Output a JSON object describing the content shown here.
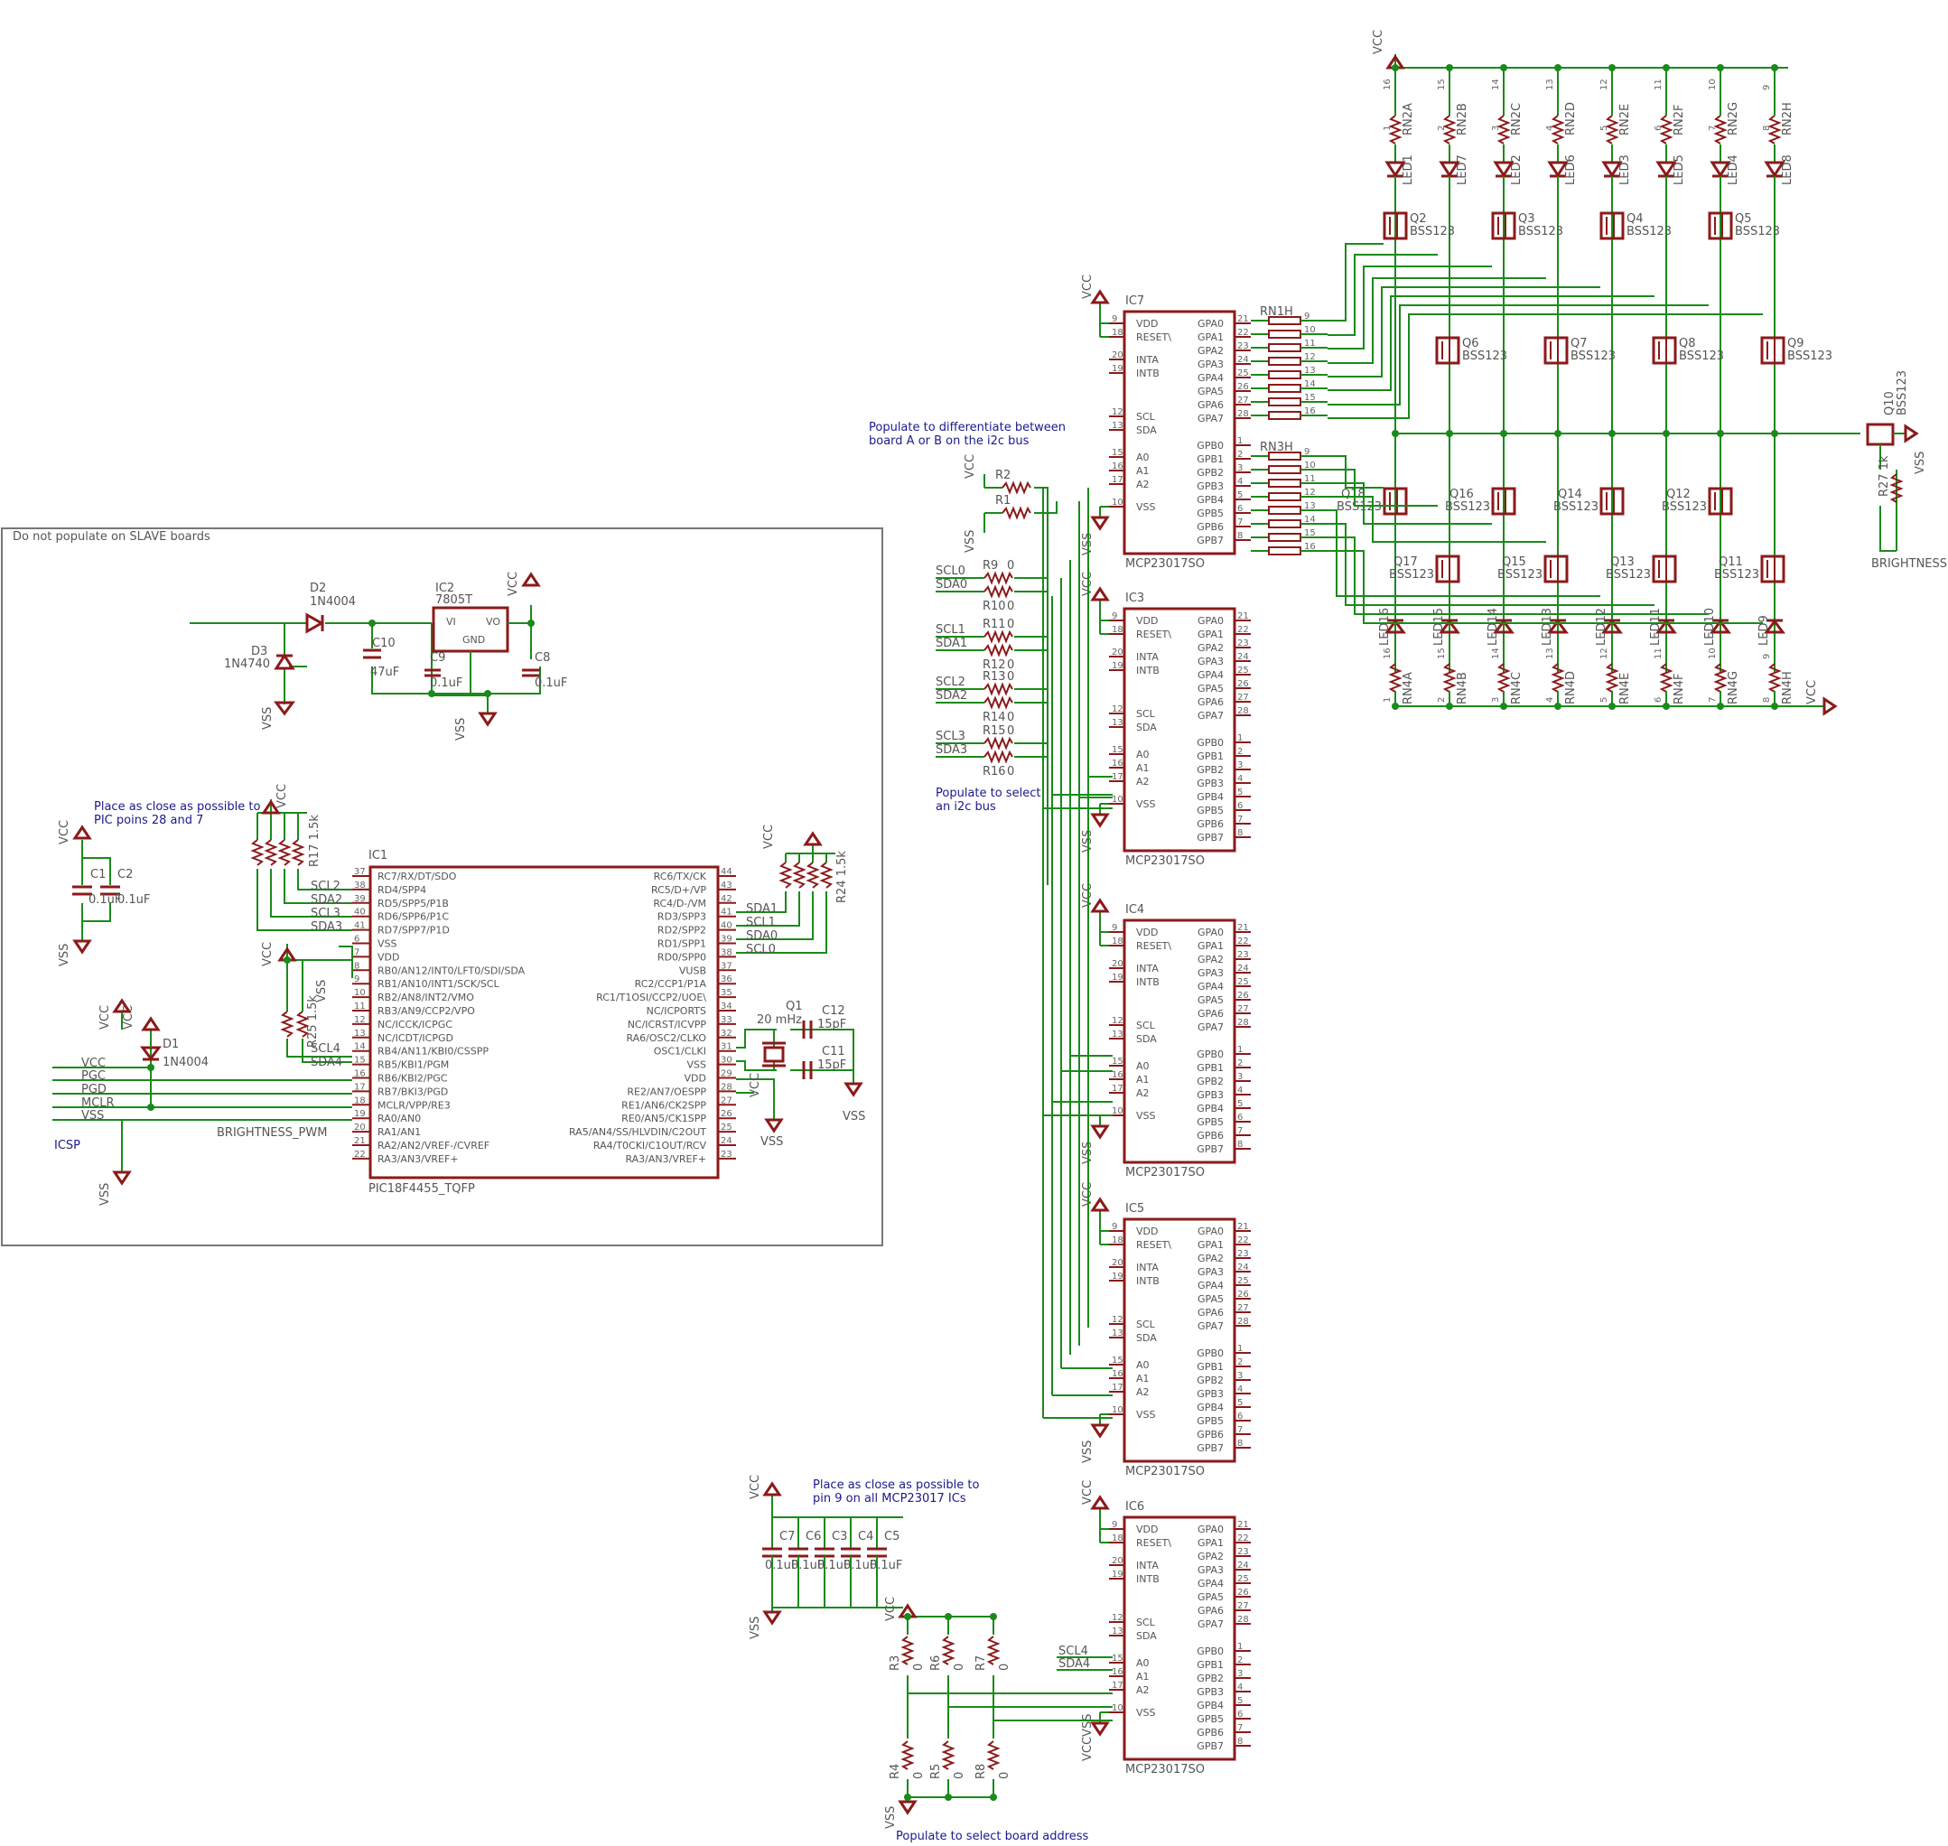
{
  "notes": {
    "slave_boards": "Do not populate on SLAVE boards",
    "place_pic_1": "Place as close as possible to",
    "place_pic_2": "PIC poins 28 and 7",
    "populate_ab_1": "Populate to differentiate between",
    "populate_ab_2": "board A or B on the i2c bus",
    "populate_i2c_1": "Populate to select",
    "populate_i2c_2": "an i2c bus",
    "place_mcp_1": "Place as close as possible to",
    "place_mcp_2": "pin 9 on all MCP23017 ICs",
    "populate_addr": "Populate to select board address",
    "icsp": "ICSP"
  },
  "power": {
    "vcc": "VCC",
    "vss": "VSS",
    "vccvss": "VCCVSS"
  },
  "regulator": {
    "d2_ref": "D2",
    "d2_val": "1N4004",
    "d3_ref": "D3",
    "d3_val": "1N4740",
    "ic2_ref": "IC2",
    "ic2_val": "7805T",
    "vi": "VI",
    "vo": "VO",
    "gnd": "GND",
    "c10_ref": "C10",
    "c10_val": "47uF",
    "c9_ref": "C9",
    "c9_val": "0.1uF",
    "c8_ref": "C8",
    "c8_val": "0.1uF"
  },
  "pic": {
    "ref": "IC1",
    "value": "PIC18F4455_TQFP",
    "left_pins": [
      {
        "num": "37",
        "name": "RC7/RX/DT/SDO"
      },
      {
        "num": "38",
        "name": "RD4/SPP4"
      },
      {
        "num": "39",
        "name": "RD5/SPP5/P1B"
      },
      {
        "num": "40",
        "name": "RD6/SPP6/P1C"
      },
      {
        "num": "41",
        "name": "RD7/SPP7/P1D"
      },
      {
        "num": "6",
        "name": "VSS"
      },
      {
        "num": "7",
        "name": "VDD"
      },
      {
        "num": "8",
        "name": "RB0/AN12/INT0/LFT0/SDI/SDA"
      },
      {
        "num": "9",
        "name": "RB1/AN10/INT1/SCK/SCL"
      },
      {
        "num": "10",
        "name": "RB2/AN8/INT2/VMO"
      },
      {
        "num": "11",
        "name": "RB3/AN9/CCP2/VPO"
      },
      {
        "num": "12",
        "name": "NC/ICCK/ICPGC"
      },
      {
        "num": "13",
        "name": "NC/ICDT/ICPGD"
      },
      {
        "num": "14",
        "name": "RB4/AN11/KBI0/CSSPP"
      },
      {
        "num": "15",
        "name": "RB5/KBI1/PGM"
      },
      {
        "num": "16",
        "name": "RB6/KBI2/PGC"
      },
      {
        "num": "17",
        "name": "RB7/BKI3/PGD"
      },
      {
        "num": "18",
        "name": "MCLR/VPP/RE3"
      },
      {
        "num": "19",
        "name": "RA0/AN0"
      },
      {
        "num": "20",
        "name": "RA1/AN1"
      },
      {
        "num": "21",
        "name": "RA2/AN2/VREF-/CVREF"
      },
      {
        "num": "22",
        "name": "RA3/AN3/VREF+"
      }
    ],
    "right_pins": [
      {
        "num": "44",
        "name": "RC6/TX/CK"
      },
      {
        "num": "43",
        "name": "RC5/D+/VP"
      },
      {
        "num": "42",
        "name": "RC4/D-/VM"
      },
      {
        "num": "41",
        "name": "RD3/SPP3"
      },
      {
        "num": "40",
        "name": "RD2/SPP2"
      },
      {
        "num": "39",
        "name": "RD1/SPP1"
      },
      {
        "num": "38",
        "name": "RD0/SPP0"
      },
      {
        "num": "37",
        "name": "VUSB"
      },
      {
        "num": "36",
        "name": "RC2/CCP1/P1A"
      },
      {
        "num": "35",
        "name": "RC1/T1OSI/CCP2/UOE\\"
      },
      {
        "num": "34",
        "name": "NC/ICPORTS"
      },
      {
        "num": "33",
        "name": "NC/ICRST/ICVPP"
      },
      {
        "num": "32",
        "name": "RA6/OSC2/CLKO"
      },
      {
        "num": "31",
        "name": "OSC1/CLKI"
      },
      {
        "num": "30",
        "name": "VSS"
      },
      {
        "num": "29",
        "name": "VDD"
      },
      {
        "num": "28",
        "name": "RE2/AN7/OESPP"
      },
      {
        "num": "27",
        "name": "RE1/AN6/CK2SPP"
      },
      {
        "num": "26",
        "name": "RE0/AN5/CK1SPP"
      },
      {
        "num": "25",
        "name": "RA5/AN4/SS/HLVDIN/C2OUT"
      },
      {
        "num": "24",
        "name": "RA4/T0CKI/C1OUT/RCV"
      },
      {
        "num": "23",
        "name": "RA3/AN3/VREF+"
      }
    ],
    "left_nets": [
      "SCL2",
      "SDA2",
      "SCL3",
      "SDA3",
      "SCL4",
      "SDA4"
    ],
    "right_nets": [
      "SDA1",
      "SCL1",
      "SDA0",
      "SCL0"
    ],
    "brightness_pwm": "BRIGHTNESS_PWM",
    "pullups_left": [
      "R17 1.5k"
    ],
    "pullups_right": [
      "R24 1.5k"
    ],
    "r25": "R25 1.5k"
  },
  "crystal": {
    "q1_ref": "Q1",
    "q1_val": "20 mHz",
    "c12_ref": "C12",
    "c12_val": "15pF",
    "c11_ref": "C11",
    "c11_val": "15pF"
  },
  "decoupling_pic": {
    "c1_ref": "C1",
    "c1_val": "0.1uF",
    "c2_ref": "C2",
    "c2_val": "0.1uF"
  },
  "icsp": {
    "d1_ref": "D1",
    "d1_val": "1N4004",
    "lines": [
      "VCC",
      "PGC",
      "PGD",
      "MCLR",
      "VSS"
    ]
  },
  "mcp": {
    "value": "MCP23017SO",
    "left_pins": [
      {
        "num": "9",
        "name": "VDD"
      },
      {
        "num": "18",
        "name": "RESET\\"
      },
      {
        "num": "20",
        "name": "INTA"
      },
      {
        "num": "19",
        "name": "INTB"
      },
      {
        "num": "12",
        "name": "SCL"
      },
      {
        "num": "13",
        "name": "SDA"
      },
      {
        "num": "15",
        "name": "A0"
      },
      {
        "num": "16",
        "name": "A1"
      },
      {
        "num": "17",
        "name": "A2"
      },
      {
        "num": "10",
        "name": "VSS"
      }
    ],
    "right_pins": [
      {
        "num": "21",
        "name": "GPA0"
      },
      {
        "num": "22",
        "name": "GPA1"
      },
      {
        "num": "23",
        "name": "GPA2"
      },
      {
        "num": "24",
        "name": "GPA3"
      },
      {
        "num": "25",
        "name": "GPA4"
      },
      {
        "num": "26",
        "name": "GPA5"
      },
      {
        "num": "27",
        "name": "GPA6"
      },
      {
        "num": "28",
        "name": "GPA7"
      },
      {
        "num": "1",
        "name": "GPB0"
      },
      {
        "num": "2",
        "name": "GPB1"
      },
      {
        "num": "3",
        "name": "GPB2"
      },
      {
        "num": "4",
        "name": "GPB3"
      },
      {
        "num": "5",
        "name": "GPB4"
      },
      {
        "num": "6",
        "name": "GPB5"
      },
      {
        "num": "7",
        "name": "GPB6"
      },
      {
        "num": "8",
        "name": "GPB7"
      }
    ],
    "chips": [
      "IC7",
      "IC3",
      "IC4",
      "IC5",
      "IC6"
    ]
  },
  "i2c_select": {
    "nets": [
      "SCL0",
      "SDA0",
      "SCL1",
      "SDA1",
      "SCL2",
      "SDA2",
      "SCL3",
      "SDA3"
    ],
    "resistors": [
      "R9",
      "R10",
      "R11",
      "R12",
      "R13",
      "R14",
      "R15",
      "R16"
    ],
    "value": "0",
    "ab": [
      "R2",
      "R1"
    ]
  },
  "ic6_nets": [
    "SCL4",
    "SDA4"
  ],
  "decoupling_mcp": [
    {
      "ref": "C7",
      "val": "0.1uF"
    },
    {
      "ref": "C6",
      "val": "0.1uF"
    },
    {
      "ref": "C3",
      "val": "0.1uF"
    },
    {
      "ref": "C4",
      "val": "0.1uF"
    },
    {
      "ref": "C5",
      "val": "0.1uF"
    }
  ],
  "address": {
    "top": [
      "R3",
      "R6",
      "R7"
    ],
    "bottom": [
      "R4",
      "R5",
      "R8"
    ],
    "value": "0"
  },
  "led_array": {
    "resistor_nets": [
      "RN1H",
      "RN3H"
    ],
    "rn1_pins": [
      "9",
      "10",
      "11",
      "12",
      "13",
      "14",
      "15",
      "16"
    ],
    "rn3_pins": [
      "9",
      "10",
      "11",
      "12",
      "13",
      "14",
      "15",
      "16"
    ],
    "top_rn": [
      {
        "ref": "RN2A",
        "top": "16",
        "bot": "1"
      },
      {
        "ref": "RN2B",
        "top": "15",
        "bot": "2"
      },
      {
        "ref": "RN2C",
        "top": "14",
        "bot": "3"
      },
      {
        "ref": "RN2D",
        "top": "13",
        "bot": "4"
      },
      {
        "ref": "RN2E",
        "top": "12",
        "bot": "5"
      },
      {
        "ref": "RN2F",
        "top": "11",
        "bot": "6"
      },
      {
        "ref": "RN2G",
        "top": "10",
        "bot": "7"
      },
      {
        "ref": "RN2H",
        "top": "9",
        "bot": "8"
      }
    ],
    "top_leds": [
      "LED1",
      "LED7",
      "LED2",
      "LED6",
      "LED3",
      "LED5",
      "LED4",
      "LED8"
    ],
    "q_row1": [
      "Q2",
      "Q3",
      "Q4",
      "Q5"
    ],
    "q_row2": [
      "Q6",
      "Q7",
      "Q8",
      "Q9"
    ],
    "q_row3": [
      "Q18",
      "Q16",
      "Q14",
      "Q12"
    ],
    "q_row4": [
      "Q17",
      "Q15",
      "Q13",
      "Q11"
    ],
    "mosfet": "BSS123",
    "bottom_leds": [
      "LED16",
      "LED15",
      "LED14",
      "LED13",
      "LED12",
      "LED11",
      "LED10",
      "LED9"
    ],
    "bottom_rn": [
      {
        "ref": "RN4A",
        "top": "16",
        "bot": "1"
      },
      {
        "ref": "RN4B",
        "top": "15",
        "bot": "2"
      },
      {
        "ref": "RN4C",
        "top": "14",
        "bot": "3"
      },
      {
        "ref": "RN4D",
        "top": "13",
        "bot": "4"
      },
      {
        "ref": "RN4E",
        "top": "12",
        "bot": "5"
      },
      {
        "ref": "RN4F",
        "top": "11",
        "bot": "6"
      },
      {
        "ref": "RN4G",
        "top": "10",
        "bot": "7"
      },
      {
        "ref": "RN4H",
        "top": "9",
        "bot": "8"
      }
    ],
    "q10": "Q10",
    "r27": "R27 1k",
    "brightness": "BRIGHTNESS"
  }
}
